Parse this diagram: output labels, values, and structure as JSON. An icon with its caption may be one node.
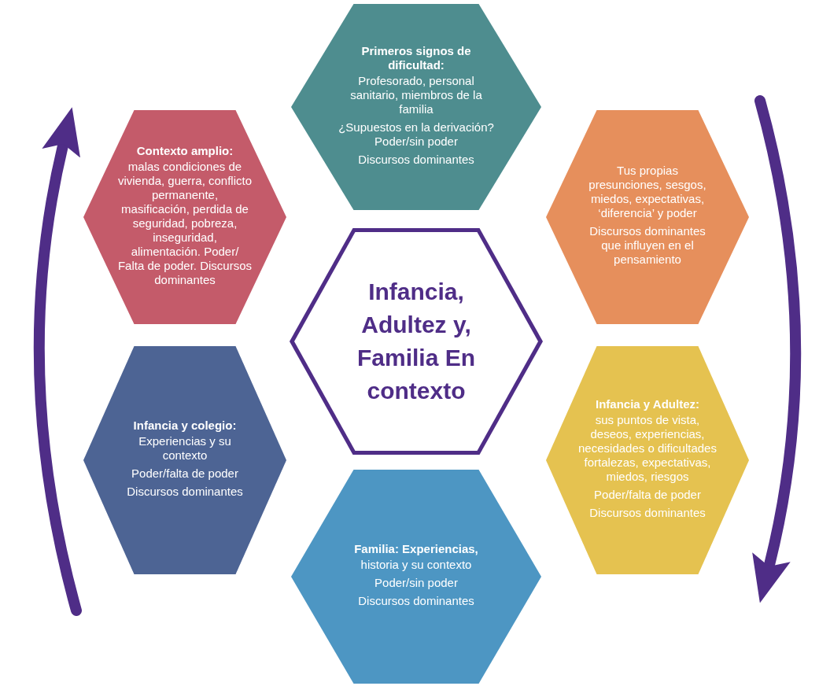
{
  "diagram": {
    "nodes": [
      {
        "text": [
          "Primeros signos de dificultad:",
          "Profesorado, personal sanitario, miembros de la familia",
          "¿Supuestos en la derivación? Poder/sin poder",
          "Discursos dominantes"
        ]
      },
      {
        "text": [
          "Contexto amplio:",
          "malas condiciones de vivienda, guerra, conflicto permanente, masificación, perdida de seguridad, pobreza, inseguridad, alimentación. Poder/ Falta de poder. Discursos dominantes"
        ]
      },
      {
        "text": [
          "Tus propias presunciones, sesgos, miedos, expectativas, ‘diferencia’ y poder",
          "Discursos dominantes que influyen en el pensamiento"
        ]
      },
      {
        "text": [
          "Infancia, Adultez y, Familia En contexto"
        ]
      },
      {
        "text": [
          "Infancia y Adultez:",
          "sus puntos de vista, deseos, experiencias, necesidades o dificultades fortalezas, expectativas, miedos, riesgos",
          "Poder/falta de poder",
          "Discursos dominantes"
        ]
      },
      {
        "text": [
          "Infancia y colegio:",
          "Experiencias y su contexto",
          "Poder/falta de poder",
          "Discursos dominantes"
        ]
      },
      {
        "text": [
          "Familia: Experiencias,",
          "historia y su contexto",
          "Poder/sin poder",
          "Discursos dominantes"
        ]
      }
    ]
  }
}
